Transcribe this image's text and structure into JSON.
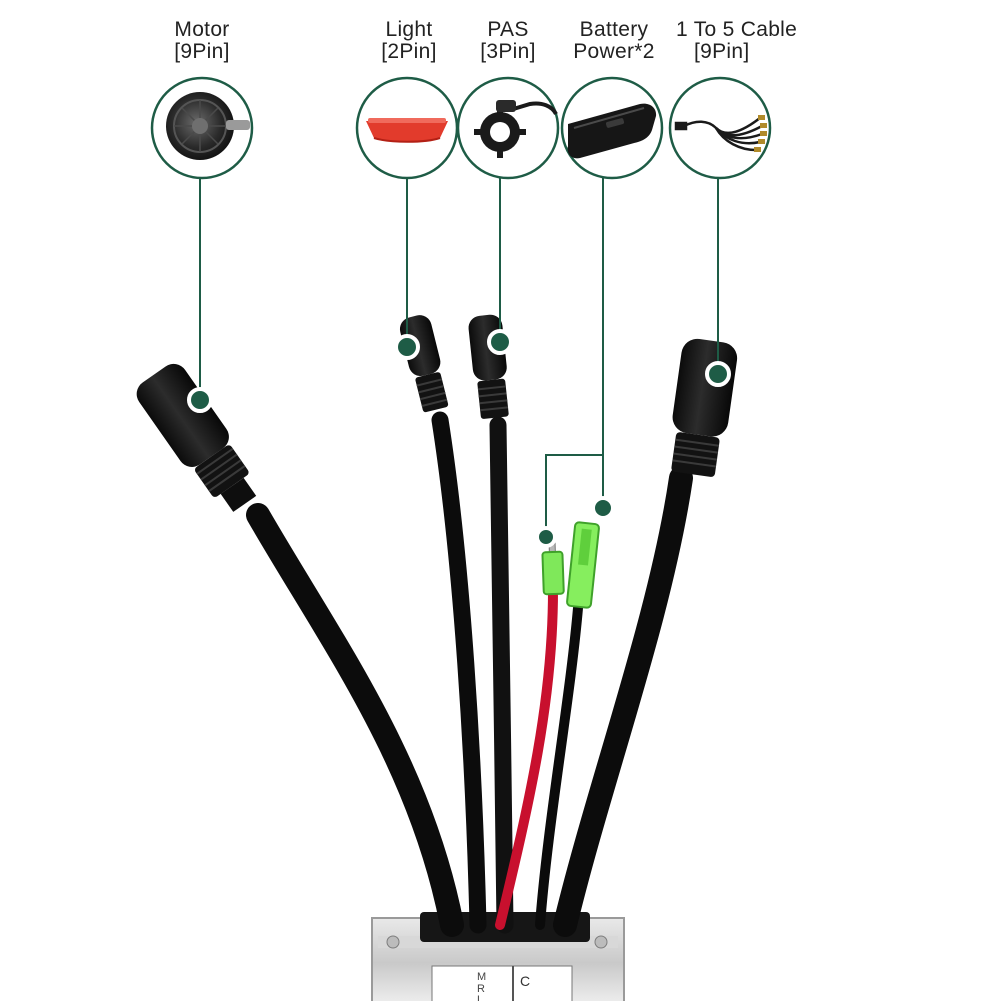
{
  "accent_color": "#1e5c46",
  "callouts": [
    {
      "id": "motor",
      "title": "Motor",
      "subtitle": "[9Pin]",
      "icon": "hub-motor-icon"
    },
    {
      "id": "light",
      "title": "Light",
      "subtitle": "[2Pin]",
      "icon": "tail-light-icon"
    },
    {
      "id": "pas",
      "title": "PAS",
      "subtitle": "[3Pin]",
      "icon": "pas-sensor-icon"
    },
    {
      "id": "battery",
      "title": "Battery",
      "subtitle": "Power*2",
      "icon": "battery-icon"
    },
    {
      "id": "cable",
      "title": "1 To 5 Cable",
      "subtitle": "[9Pin]",
      "icon": "splitter-cable-icon"
    }
  ],
  "controller": {
    "label_lines": [
      "C",
      "M",
      "R",
      "L"
    ]
  }
}
